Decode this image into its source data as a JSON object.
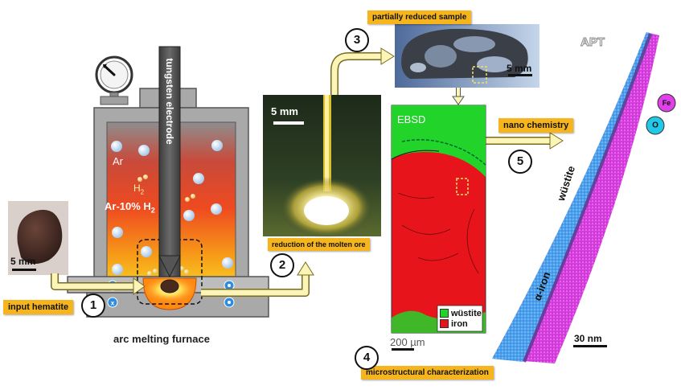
{
  "labels": {
    "electrode": "tungsten electrode",
    "ar": "Ar",
    "h2": "H",
    "h2_sub": "2",
    "gas_mix": "Ar-10% H",
    "gas_mix_sub": "2",
    "hematite_scale": "5 mm",
    "furnace": "arc melting furnace",
    "melt_scale": "5 mm",
    "sample_scale": "5 mm",
    "ebsd": "EBSD",
    "ebsd_scale": "200 µm",
    "apt": "APT",
    "wustite_region": "wüstite",
    "iron_region": "α-iron",
    "apt_scale": "30 nm",
    "element_fe": "Fe",
    "element_o": "O"
  },
  "steps": [
    {
      "number": "1",
      "label": "input hematite"
    },
    {
      "number": "2",
      "label": "reduction of the molten ore"
    },
    {
      "number": "3",
      "label": "partially reduced sample"
    },
    {
      "number": "4",
      "label": "microstructural characterization"
    },
    {
      "number": "5",
      "label": "nano chemistry"
    }
  ],
  "ebsd_legend": [
    {
      "label": "wüstite",
      "color": "#22d42a"
    },
    {
      "label": "iron",
      "color": "#e8141c"
    }
  ],
  "colors": {
    "tag": "#f6b51c",
    "arrow": "#fbf6b8",
    "furnace_gray": "#a9a9a9",
    "wustite": "#22d42a",
    "iron": "#e8141c",
    "apt_blue": "#4aa8f0",
    "apt_magenta": "#e040e8"
  }
}
